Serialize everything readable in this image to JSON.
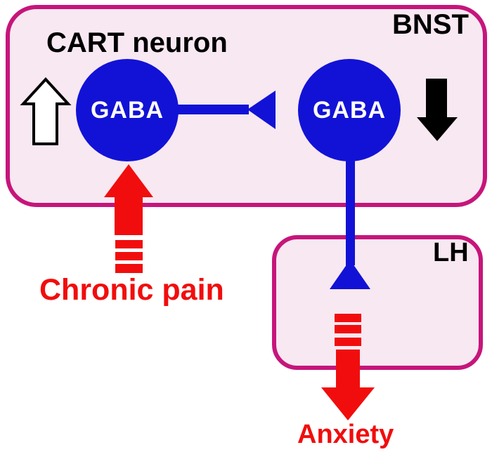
{
  "colors": {
    "background": "#FFFFFF",
    "region_fill": "#F8E8F2",
    "region_border": "#C6157B",
    "neuron_blue": "#1212D6",
    "signal_red": "#F10D0D",
    "black": "#000000",
    "white": "#FFFFFF"
  },
  "regions": {
    "bnst": {
      "label": "BNST"
    },
    "lh": {
      "label": "LH"
    }
  },
  "neurons": {
    "cart_label": "CART neuron",
    "gaba1": "GABA",
    "gaba2": "GABA"
  },
  "annotations": {
    "chronic_pain": "Chronic pain",
    "anxiety": "Anxiety"
  },
  "icons": {
    "activity_increase": "white-up-arrow-icon",
    "activity_decrease": "black-down-arrow-icon",
    "synapse_terminals": "funnel-triangle-icon",
    "chronic_pain_input": "red-dashed-up-arrow-icon",
    "anxiety_output": "red-dashed-down-arrow-icon"
  }
}
